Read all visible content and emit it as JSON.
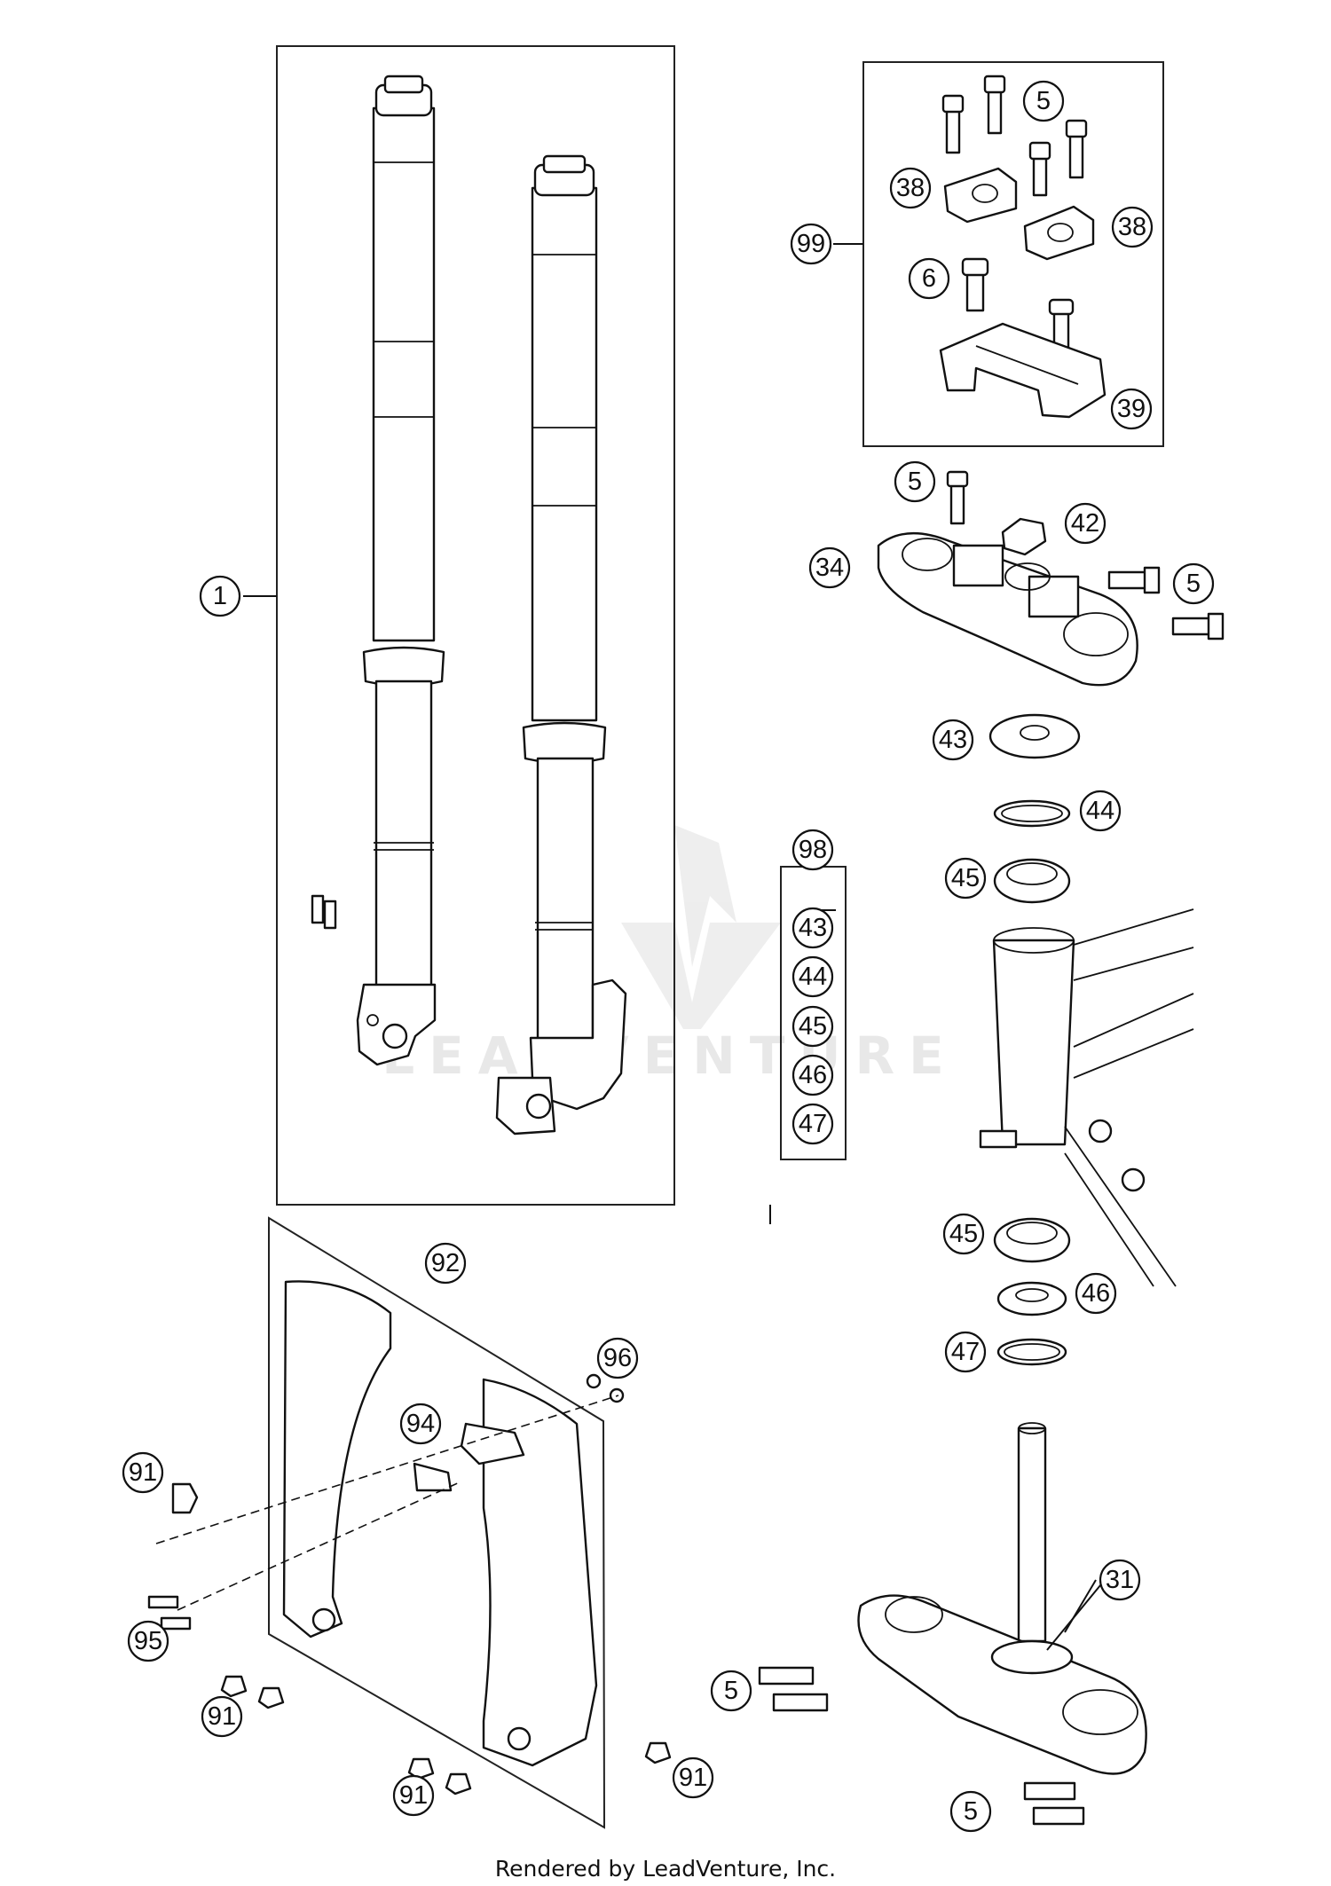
{
  "watermark_text": "LEADVENTURE",
  "footer_text": "Rendered by LeadVenture, Inc.",
  "callouts": {
    "c1": "1",
    "c5a": "5",
    "c38a": "38",
    "c38b": "38",
    "c99": "99",
    "c6": "6",
    "c39": "39",
    "c5b": "5",
    "c42": "42",
    "c34": "34",
    "c5c": "5",
    "c43": "43",
    "c44": "44",
    "c98": "98",
    "c45": "45",
    "k43": "43",
    "k44": "44",
    "k45": "45",
    "k46": "46",
    "k47": "47",
    "c45b": "45",
    "c46": "46",
    "c47": "47",
    "c92": "92",
    "c96": "96",
    "c94": "94",
    "c91a": "91",
    "c95": "95",
    "c91b": "91",
    "c91c": "91",
    "c91d": "91",
    "c31": "31",
    "c5d": "5",
    "c5e": "5"
  }
}
